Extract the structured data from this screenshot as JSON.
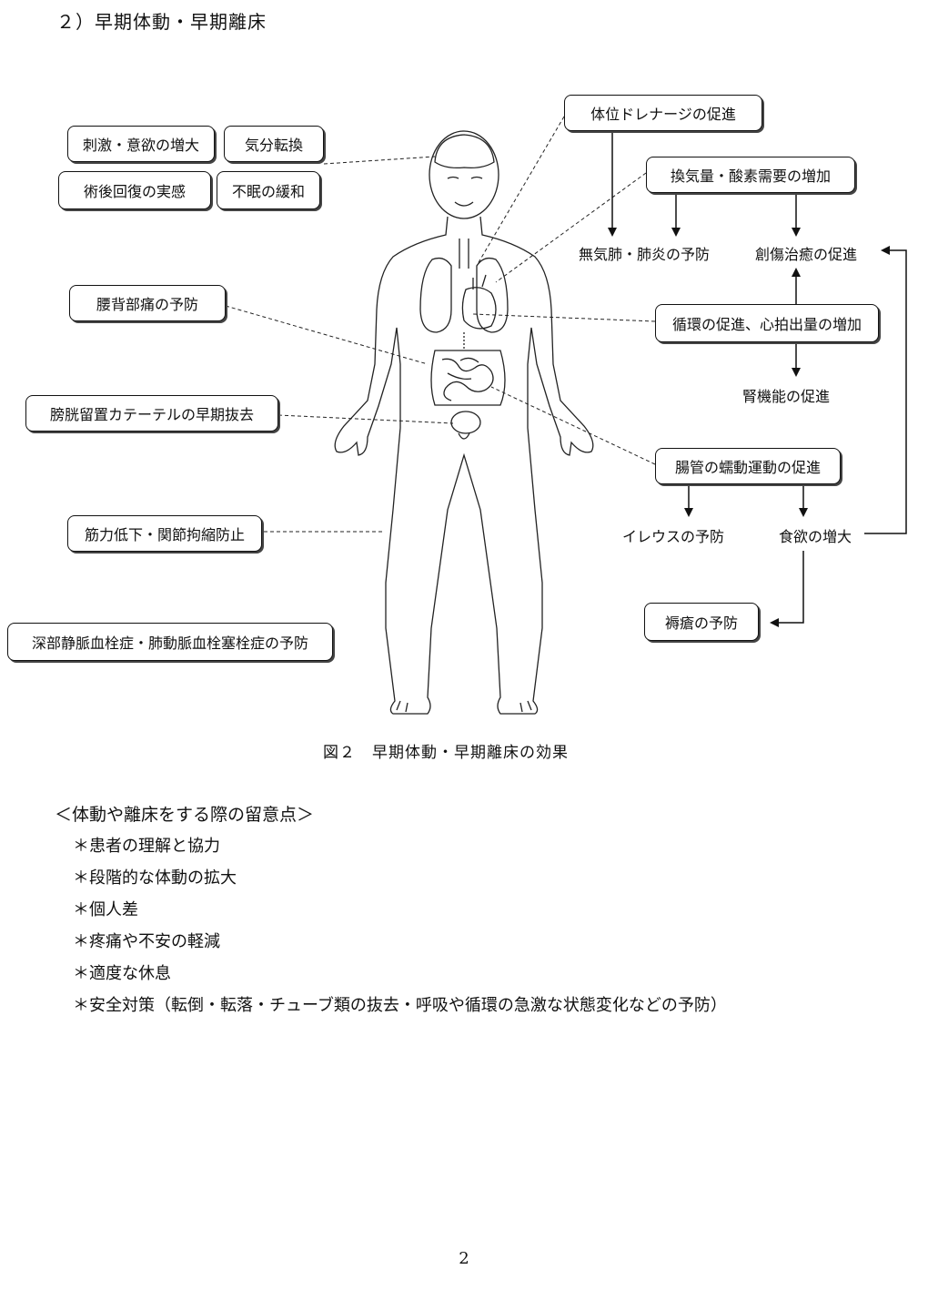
{
  "heading": "２）早期体動・早期離床",
  "diagram": {
    "left_boxes": {
      "stimulus": "刺激・意欲の増大",
      "mood": "気分転換",
      "recovery": "術後回復の実感",
      "insomnia": "不眠の緩和",
      "back_pain": "腰背部痛の予防",
      "catheter": "膀胱留置カテーテルの早期抜去",
      "muscle": "筋力低下・関節拘縮防止",
      "dvt": "深部静脈血栓症・肺動脈血栓塞栓症の予防"
    },
    "right_boxes": {
      "drainage": "体位ドレナージの促進",
      "ventilation": "換気量・酸素需要の増加",
      "circulation": "循環の促進、心拍出量の増加",
      "peristalsis": "腸管の蠕動運動の促進",
      "bedsore": "褥瘡の予防"
    },
    "right_labels": {
      "atelectasis": "無気肺・肺炎の予防",
      "wound": "創傷治癒の促進",
      "renal": "腎機能の促進",
      "ileus": "イレウスの予防",
      "appetite": "食欲の増大"
    }
  },
  "caption": "図２　早期体動・早期離床の効果",
  "notes": {
    "title": "＜体動や離床をする際の留意点＞",
    "items": [
      "＊患者の理解と協力",
      "＊段階的な体動の拡大",
      "＊個人差",
      "＊疼痛や不安の軽減",
      "＊適度な休息",
      "＊安全対策（転倒・転落・チューブ類の抜去・呼吸や循環の急激な状態変化などの予防）"
    ]
  },
  "page_number": "2"
}
